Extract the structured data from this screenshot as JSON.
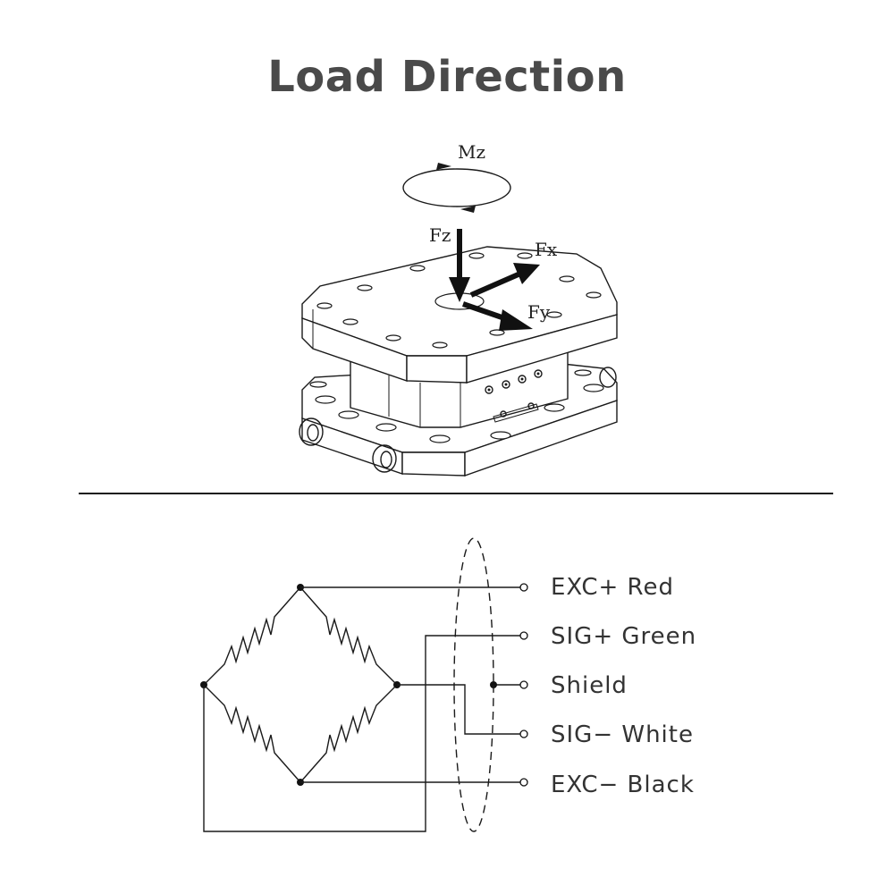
{
  "title": "Load Direction",
  "forces": {
    "mz": "Mz",
    "fz": "Fz",
    "fx": "Fx",
    "fy": "Fy"
  },
  "wiring": [
    {
      "label": "EXC+ Red"
    },
    {
      "label": "SIG+ Green"
    },
    {
      "label": "Shield"
    },
    {
      "label": "SIG− White"
    },
    {
      "label": "EXC− Black"
    }
  ],
  "colors": {
    "title": "#4a4a4a",
    "line": "#1a1a1a"
  }
}
